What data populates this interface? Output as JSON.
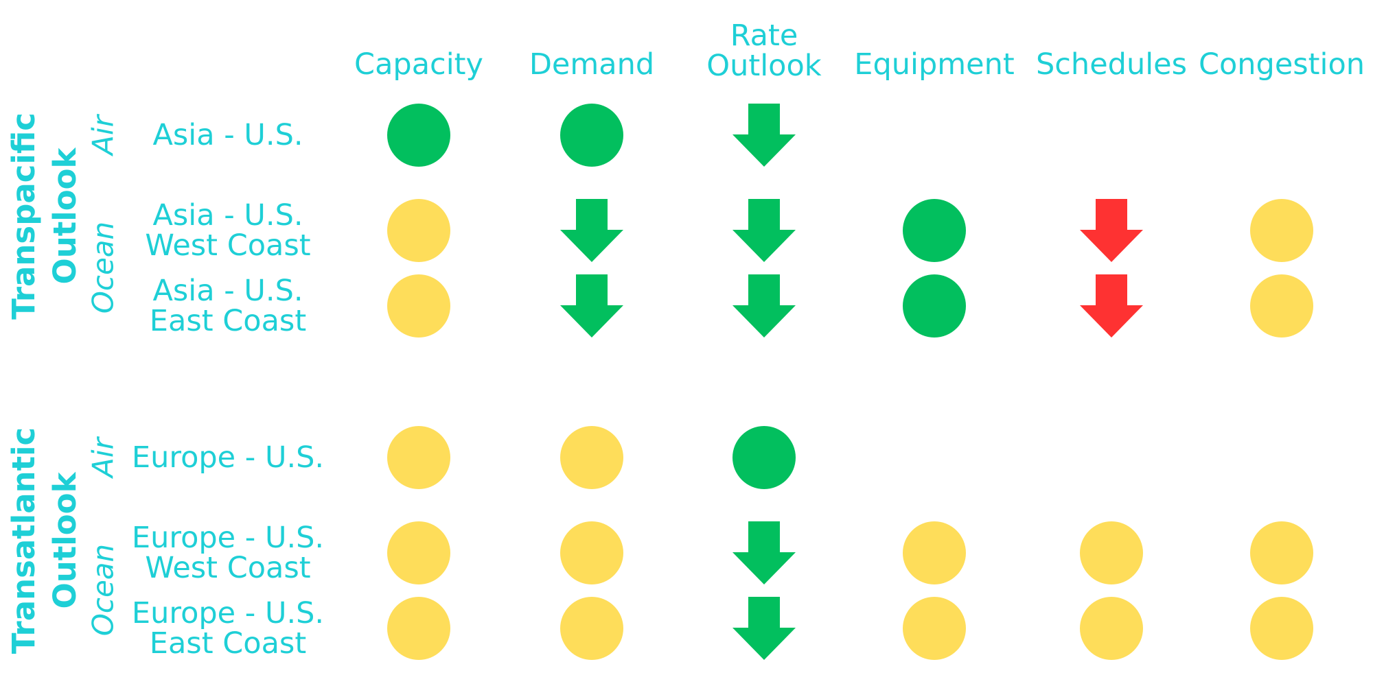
{
  "columns": [
    "Capacity",
    "Demand",
    "Rate\nOutlook",
    "Equipment",
    "Schedules",
    "Congestion"
  ],
  "colors": {
    "green": "#02bf5e",
    "yellow": "#fedd5a",
    "red": "#fe3232",
    "teal": "#1ecfd6"
  },
  "sections": [
    {
      "title": "Transpacific\nOutlook",
      "groups": [
        {
          "mode": "Air",
          "rows": [
            {
              "lane": [
                "Asia - U.S."
              ],
              "cells": [
                "green-circle",
                "green-circle",
                "green-down-arrow",
                null,
                null,
                null
              ]
            }
          ]
        },
        {
          "mode": "Ocean",
          "rows": [
            {
              "lane": [
                "Asia - U.S.",
                "West Coast"
              ],
              "cells": [
                "yellow-circle",
                "green-down-arrow",
                "green-down-arrow",
                "green-circle",
                "red-down-arrow",
                "yellow-circle"
              ]
            },
            {
              "lane": [
                "Asia - U.S.",
                "East Coast"
              ],
              "cells": [
                "yellow-circle",
                "green-down-arrow",
                "green-down-arrow",
                "green-circle",
                "red-down-arrow",
                "yellow-circle"
              ]
            }
          ]
        }
      ]
    },
    {
      "title": "Transatlantic\nOutlook",
      "groups": [
        {
          "mode": "Air",
          "rows": [
            {
              "lane": [
                "Europe - U.S."
              ],
              "cells": [
                "yellow-circle",
                "yellow-circle",
                "green-circle",
                null,
                null,
                null
              ]
            }
          ]
        },
        {
          "mode": "Ocean",
          "rows": [
            {
              "lane": [
                "Europe - U.S.",
                "West Coast"
              ],
              "cells": [
                "yellow-circle",
                "yellow-circle",
                "green-down-arrow",
                "yellow-circle",
                "yellow-circle",
                "yellow-circle"
              ]
            },
            {
              "lane": [
                "Europe - U.S.",
                "East Coast"
              ],
              "cells": [
                "yellow-circle",
                "yellow-circle",
                "green-down-arrow",
                "yellow-circle",
                "yellow-circle",
                "yellow-circle"
              ]
            }
          ]
        }
      ]
    }
  ]
}
